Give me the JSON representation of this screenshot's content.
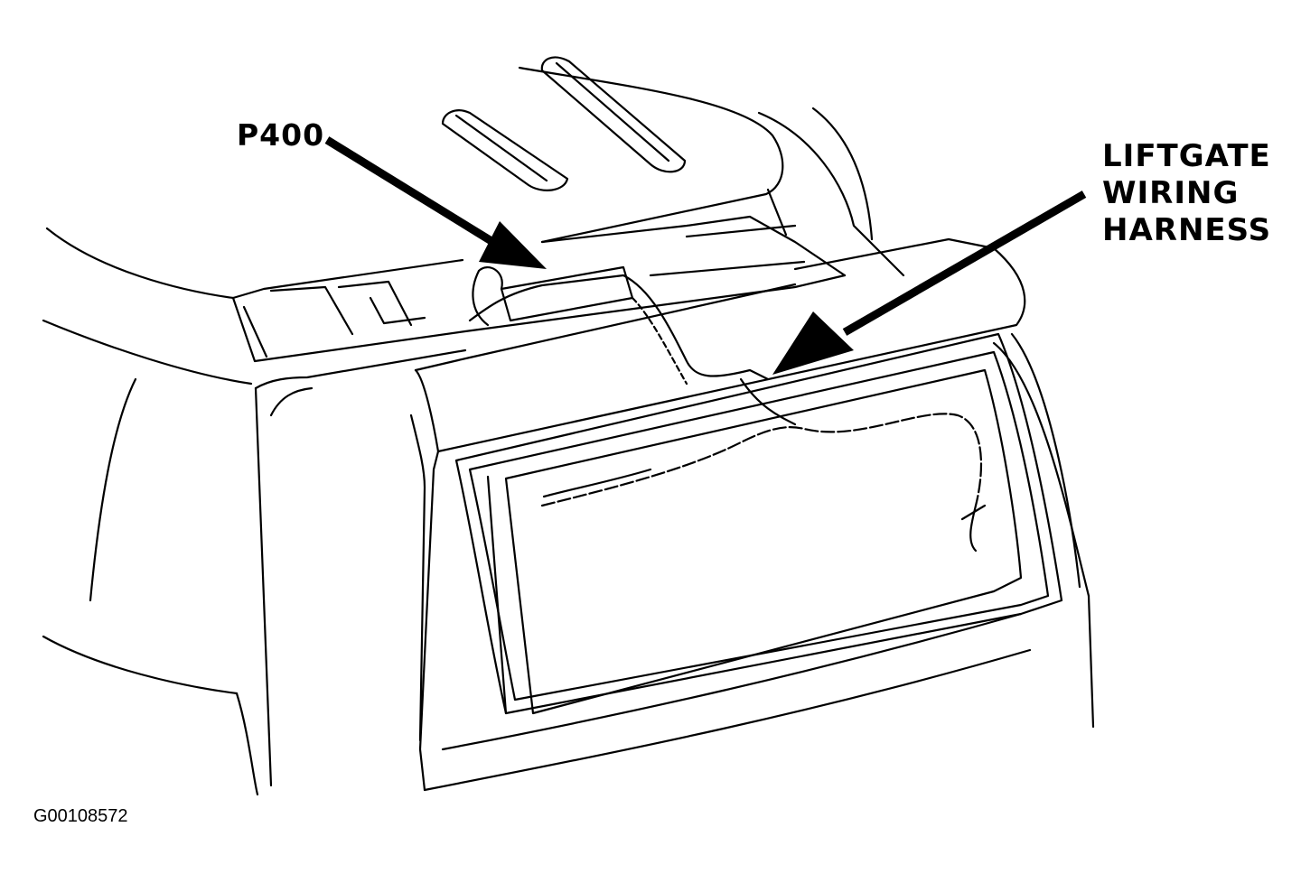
{
  "callouts": {
    "p400": "P400",
    "harness": [
      "LIFTGATE",
      "WIRING",
      "HARNESS"
    ]
  },
  "figure_id": "G00108572",
  "colors": {
    "ink": "#000000",
    "paper": "#ffffff"
  }
}
